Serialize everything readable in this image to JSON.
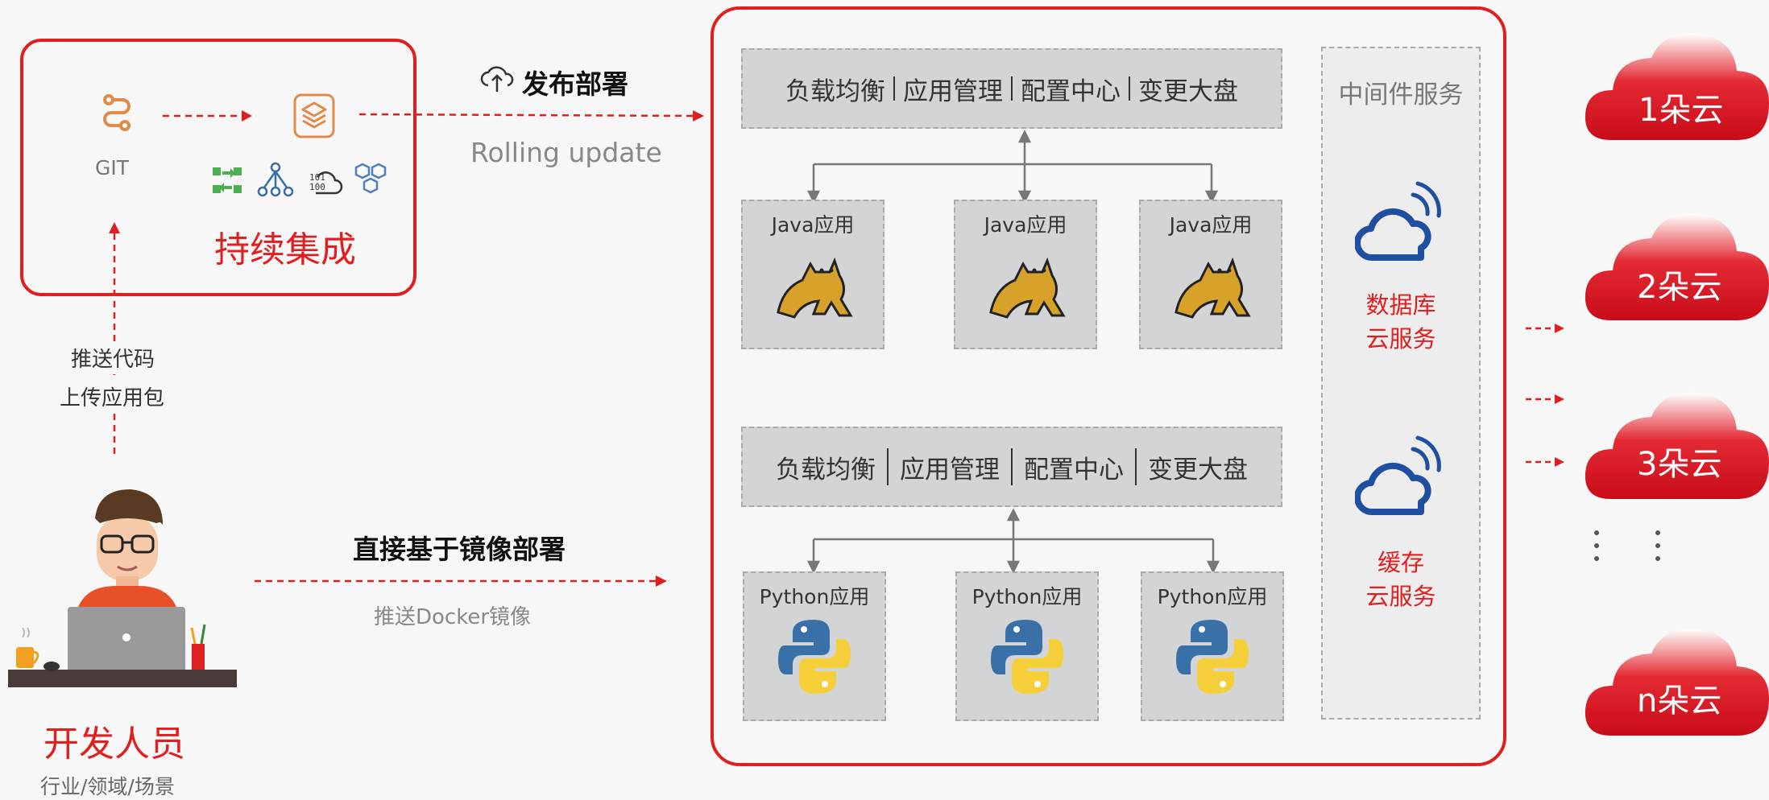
{
  "ci": {
    "git_label": "GIT",
    "title": "持续集成"
  },
  "publish": {
    "title": "发布部署",
    "subtitle": "Rolling update"
  },
  "developer": {
    "push_code": "推送代码",
    "upload_pkg": "上传应用包",
    "title": "开发人员",
    "subtitle": "行业/领域/场景"
  },
  "docker": {
    "title": "直接基于镜像部署",
    "subtitle": "推送Docker镜像"
  },
  "java_cluster": {
    "bar_items": [
      "负载均衡",
      "应用管理",
      "配置中心",
      "变更大盘"
    ],
    "apps": [
      "Java应用",
      "Java应用",
      "Java应用"
    ]
  },
  "python_cluster": {
    "bar_items": [
      "负载均衡",
      "应用管理",
      "配置中心",
      "变更大盘"
    ],
    "apps": [
      "Python应用",
      "Python应用",
      "Python应用"
    ]
  },
  "middleware": {
    "title": "中间件服务",
    "db_line1": "数据库",
    "db_line2": "云服务",
    "cache_line1": "缓存",
    "cache_line2": "云服务"
  },
  "clouds": [
    "1朵云",
    "2朵云",
    "3朵云",
    "n朵云"
  ],
  "colors": {
    "accent_red": "#e02020",
    "cloud_red": "#d40f1f",
    "gray_box": "#d3d4d6",
    "cloud_icon_blue": "#1f4fa0"
  }
}
